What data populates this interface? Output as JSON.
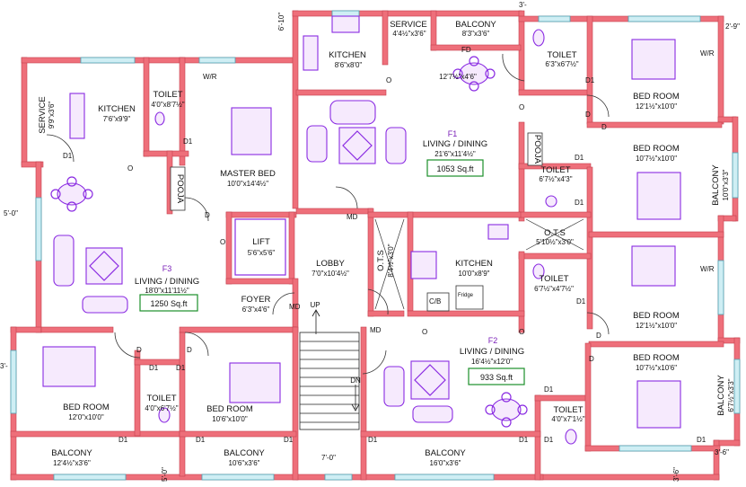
{
  "dimensions": {
    "top_center": "6'-10\"",
    "top_right": "3'-",
    "right_top": "2'-9\"",
    "left_mid": "5'-0\"",
    "left_bottom": "3'-",
    "bottom_center": "7'-0\"",
    "bottom_left": "5'-0\"",
    "bottom_right": "3'-6\"",
    "right_bottom": "3'-6\""
  },
  "flats": {
    "f1": {
      "tag": "F1",
      "area": "1053 Sq.ft"
    },
    "f2": {
      "tag": "F2",
      "area": "933 Sq.ft"
    },
    "f3": {
      "tag": "F3",
      "area": "1250 Sq.ft"
    }
  },
  "rooms": {
    "service_top": {
      "name": "SERVICE",
      "size": "4'4½\"x3'6\""
    },
    "balcony_top": {
      "name": "BALCONY",
      "size": "8'3\"x3'6\""
    },
    "kitchen_top": {
      "name": "KITCHEN",
      "size": "8'6\"x8'0\""
    },
    "dining_top": {
      "size": "12'7½\"x4'6\""
    },
    "living_f1": {
      "name": "LIVING / DINING",
      "size": "21'6\"x11'4½\""
    },
    "toilet_tr": {
      "name": "TOILET",
      "size": "6'3\"x6'7½\""
    },
    "bed_tr": {
      "name": "BED ROOM",
      "size": "12'1½\"x10'0\""
    },
    "bed_r2": {
      "name": "BED ROOM",
      "size": "10'7½\"x10'0\""
    },
    "balcony_r": {
      "name": "BALCONY",
      "size": "10'0\"x3'3\""
    },
    "pooja_r": {
      "name": "POOJA"
    },
    "toilet_r": {
      "name": "TOILET",
      "size": "6'7½\"x4'3\""
    },
    "ots_r": {
      "name": "O.T.S",
      "size": "5'10½\"x3'0\""
    },
    "toilet_r2": {
      "name": "TOILET",
      "size": "6'7½\"x4'7½\""
    },
    "bed_r3": {
      "name": "BED ROOM",
      "size": "12'1½\"x10'0\""
    },
    "bed_r4": {
      "name": "BED ROOM",
      "size": "10'7½\"x10'6\""
    },
    "balcony_r2": {
      "name": "BALCONY",
      "size": "6'7½\"x3'3\""
    },
    "toilet_br": {
      "name": "TOILET",
      "size": "4'0\"x7'1½\""
    },
    "service_left": {
      "name": "SERVICE",
      "size": "9'9\"x3'6\""
    },
    "kitchen_left": {
      "name": "KITCHEN",
      "size": "7'6\"x9'9\""
    },
    "toilet_left": {
      "name": "TOILET",
      "size": "4'0\"x8'7½\""
    },
    "master_bed": {
      "name": "MASTER BED",
      "size": "10'0\"x14'4½\""
    },
    "pooja_left": {
      "name": "POOJA"
    },
    "lift": {
      "name": "LIFT",
      "size": "5'6\"x5'6\""
    },
    "lobby": {
      "name": "LOBBY",
      "size": "7'0\"x10'4½\""
    },
    "ots_mid": {
      "name": "O.T.S",
      "size": "8'4½\"x3'0\""
    },
    "kitchen_mid": {
      "name": "KITCHEN",
      "size": "10'0\"x8'9\""
    },
    "living_f3": {
      "name": "LIVING / DINING",
      "size": "18'0\"x11'11½\""
    },
    "foyer": {
      "name": "FOYER",
      "size": "6'3\"x4'6\""
    },
    "living_f2": {
      "name": "LIVING / DINING",
      "size": "16'4½\"x12'0\""
    },
    "bed_bl": {
      "name": "BED ROOM",
      "size": "12'0\"x10'0\""
    },
    "toilet_bl": {
      "name": "TOILET",
      "size": "4'0\"x6'7½\""
    },
    "bed_bm": {
      "name": "BED ROOM",
      "size": "10'6\"x10'0\""
    },
    "balcony_bl": {
      "name": "BALCONY",
      "size": "12'4½\"x3'6\""
    },
    "balcony_bm": {
      "name": "BALCONY",
      "size": "10'6\"x3'6\""
    },
    "balcony_bc": {
      "name": "BALCONY",
      "size": "16'0\"x3'6\""
    }
  },
  "marks": {
    "d1": "D1",
    "d": "D",
    "md": "MD",
    "fd": "FD",
    "wr": "W/R",
    "cb": "C/B",
    "fridge": "Fridge",
    "up": "UP",
    "dn": "DN",
    "o": "O"
  }
}
